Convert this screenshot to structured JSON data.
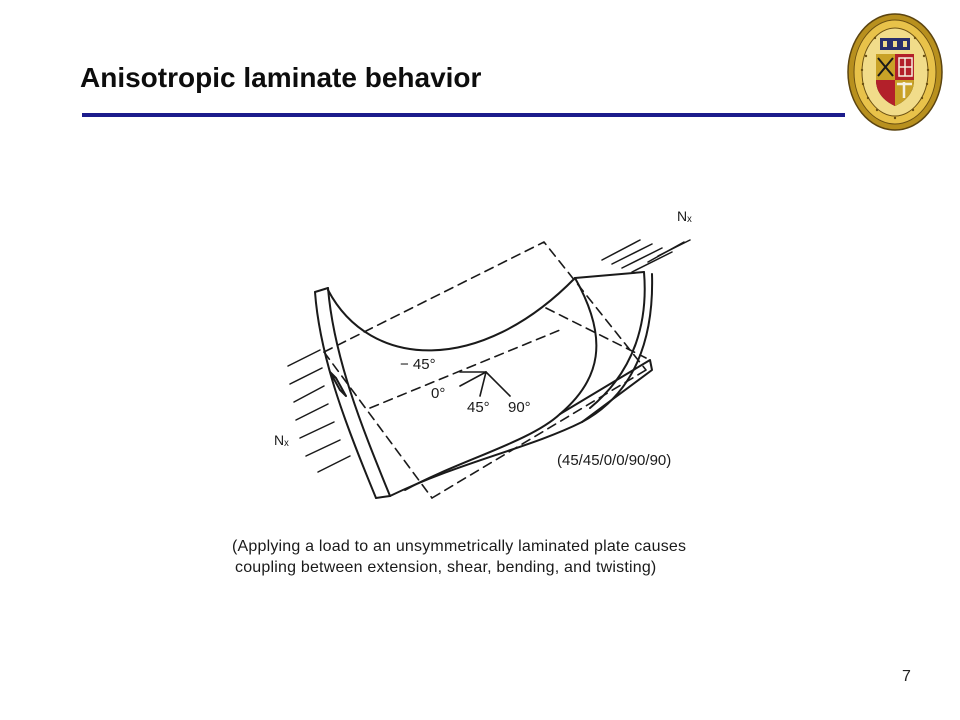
{
  "slide": {
    "title": "Anisotropic laminate behavior",
    "page_number": "7"
  },
  "figure": {
    "load_label_top": "Nₓ",
    "load_label_left": "Nₓ",
    "ply_angles": [
      "− 45°",
      "0°",
      "45°",
      "90°"
    ],
    "layup": "(45/45/0/0/90/90)"
  },
  "caption": {
    "line1": "(Applying a load to an unsymmetrically laminated plate causes",
    "line2": "coupling between extension, shear, bending, and twisting)"
  },
  "colors": {
    "title_rule": "#1c1c8c",
    "seal_gold": "#c9a227",
    "seal_red": "#b3202a",
    "seal_black": "#1a1a1a"
  },
  "icons": {
    "logo": "university-seal-icon"
  }
}
